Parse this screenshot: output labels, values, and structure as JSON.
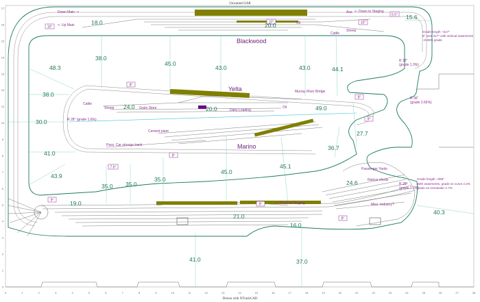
{
  "header": {
    "top_label": "Unwanted SAR",
    "bottom_label": "Drawn with XTrackCAD"
  },
  "towns": {
    "blackwood": "Blackwood",
    "yelta": "Yelta",
    "marino": "Marino"
  },
  "measurements": [
    "18.0",
    "20.0",
    "15.6",
    "38.0",
    "45.0",
    "43.0",
    "43.0",
    "48.3",
    "44.1",
    "38.0",
    "24.0",
    "20.0",
    "49.0",
    "30.0",
    "41.0",
    "36.7",
    "27.7",
    "43.9",
    "45.0",
    "45.1",
    "35.0",
    "35.0",
    "35.0",
    "24.6",
    "19.0",
    "21.0",
    "16.0",
    "40.3",
    "41.0",
    "37.0"
  ],
  "angle_tags": [
    "10°",
    "10°",
    "10°",
    "5.5°",
    "8°",
    "8°",
    "9°",
    "8°",
    "7.6°",
    "8°",
    "9°",
    "8°"
  ],
  "labels": {
    "down_main": "Down Main ->",
    "up_main": "<- Up Main",
    "down_to_staging": "<- Down to Staging",
    "aus": "Aus",
    "oil_1": "Oil",
    "oil_2": "Oil",
    "sheep_1": "Sheep",
    "sheep_2": "Sheep",
    "cattle_1": "Cattle",
    "cattle_2": "Cattle",
    "grain_store": "Grain Store",
    "dairy_loading": "Dairy Loading",
    "murray_river_bridge": "Murray River Bridge",
    "cement_plant": "Cement plant",
    "pass_car_storage": "Pass. Car storage track",
    "passenger_yards": "Passenger Yards",
    "railcar_sheds": "Railcar sheds",
    "misc_industry": "Misc. Industry?",
    "down_to_staging_2": "<- Down to Staging",
    "radius_28_a": "R 28\" (grade 1.6%)",
    "radius_32": "R 32\"",
    "radius_32_grade": "(grade 1.3%)",
    "radius_36": "R 36\"",
    "radius_36_grade": "(grade 2.65%)",
    "radius_28_b": "R 28\"",
    "radius_28_b_grade": "(grade 2.2%)"
  },
  "notes": {
    "grade_upper_1": "Grade length ~317\"",
    "grade_upper_2": "8\" over 317\" with vertical easements",
    "grade_upper_3": "~2.65% grade",
    "grade_lower_1": "Grade length ~368\"",
    "grade_lower_2": "With easements, grade on curve 2.2%",
    "grade_lower_3": "grade on remainder 2.7%"
  },
  "grid": {
    "x_ticks": [
      "0",
      "1",
      "2",
      "3",
      "4",
      "5",
      "6",
      "7",
      "8",
      "9",
      "10",
      "11",
      "12",
      "13",
      "14",
      "15",
      "16",
      "17",
      "18",
      "19",
      "20",
      "21",
      "22",
      "23",
      "24",
      "25",
      "26",
      "27",
      "28"
    ],
    "y_ticks": [
      "17",
      "16",
      "15",
      "14",
      "13",
      "12",
      "11",
      "10",
      "9",
      "8",
      "7",
      "6",
      "5",
      "4",
      "3",
      "2",
      "1",
      "0"
    ]
  },
  "colors": {
    "benchwork": "#1a7a5e",
    "measure_text": "#1f7a4d",
    "label_text": "#8b2f8f",
    "platform": "#7f7f00",
    "bridge": "#6a0d8a",
    "dimension_line": "#6fc7c7"
  }
}
